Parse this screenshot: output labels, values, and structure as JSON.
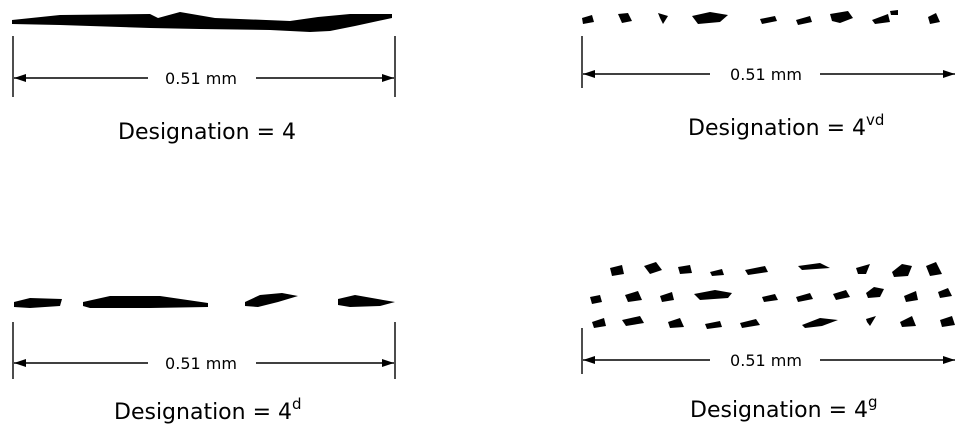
{
  "panels": [
    {
      "scale_label": "0.51 mm",
      "designation_text": "Designation = 4",
      "designation_sup": ""
    },
    {
      "scale_label": "0.51 mm",
      "designation_text": "Designation = 4",
      "designation_sup": "vd"
    },
    {
      "scale_label": "0.51 mm",
      "designation_text": "Designation = 4",
      "designation_sup": "d"
    },
    {
      "scale_label": "0.51 mm",
      "designation_text": "Designation = 4",
      "designation_sup": "g"
    }
  ]
}
